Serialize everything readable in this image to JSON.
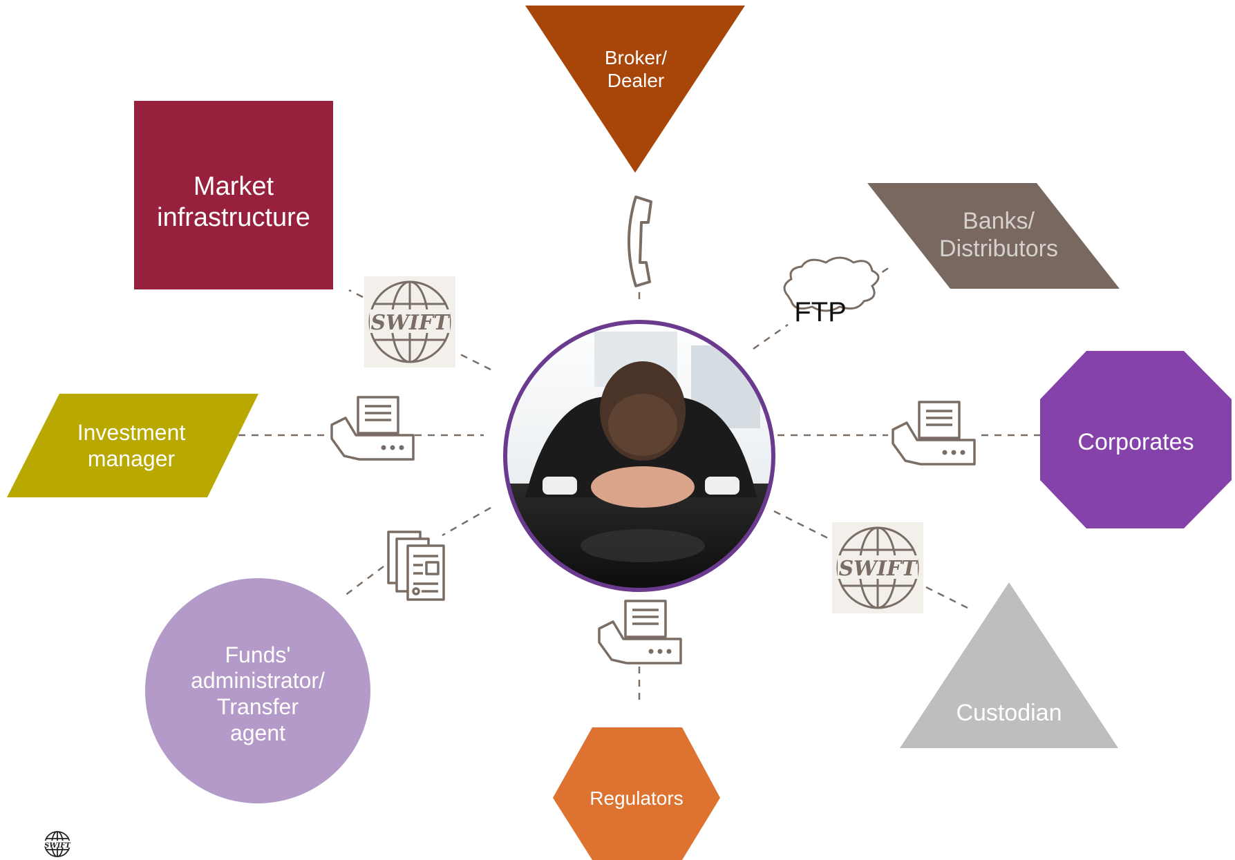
{
  "diagram": {
    "center_photo": "person resting head on clasped hands at desk",
    "nodes": [
      {
        "id": "broker",
        "label": "Broker/\nDealer",
        "shape": "triangle-down",
        "color": "#a84508"
      },
      {
        "id": "market",
        "label": "Market\ninfrastructure",
        "shape": "square",
        "color": "#97213d"
      },
      {
        "id": "banks",
        "label": "Banks/\nDistributors",
        "shape": "parallelogram",
        "color": "#786860",
        "text_color": "#d6d0cc"
      },
      {
        "id": "investment",
        "label": "Investment\nmanager",
        "shape": "parallelogram",
        "color": "#b8a800"
      },
      {
        "id": "corporates",
        "label": "Corporates",
        "shape": "octagon",
        "color": "#8642ab"
      },
      {
        "id": "funds",
        "label": "Funds'\nadministrator/\nTransfer\nagent",
        "shape": "circle",
        "color": "#b49ac8"
      },
      {
        "id": "custodian",
        "label": "Custodian",
        "shape": "triangle-up",
        "color": "#bebebe"
      },
      {
        "id": "regulators",
        "label": "Regulators",
        "shape": "hexagon",
        "color": "#de7230"
      }
    ],
    "channels": [
      {
        "link": "broker",
        "icon": "phone-icon"
      },
      {
        "link": "market",
        "icon": "swift-globe-icon",
        "text": "SWIFT"
      },
      {
        "link": "banks",
        "icon": "ftp-cloud-icon",
        "text": "FTP"
      },
      {
        "link": "investment",
        "icon": "fax-icon"
      },
      {
        "link": "corporates",
        "icon": "fax-icon"
      },
      {
        "link": "funds",
        "icon": "documents-icon"
      },
      {
        "link": "custodian",
        "icon": "swift-globe-icon",
        "text": "SWIFT"
      },
      {
        "link": "regulators",
        "icon": "fax-icon"
      }
    ],
    "footer_logo_text": "SWIFT"
  }
}
